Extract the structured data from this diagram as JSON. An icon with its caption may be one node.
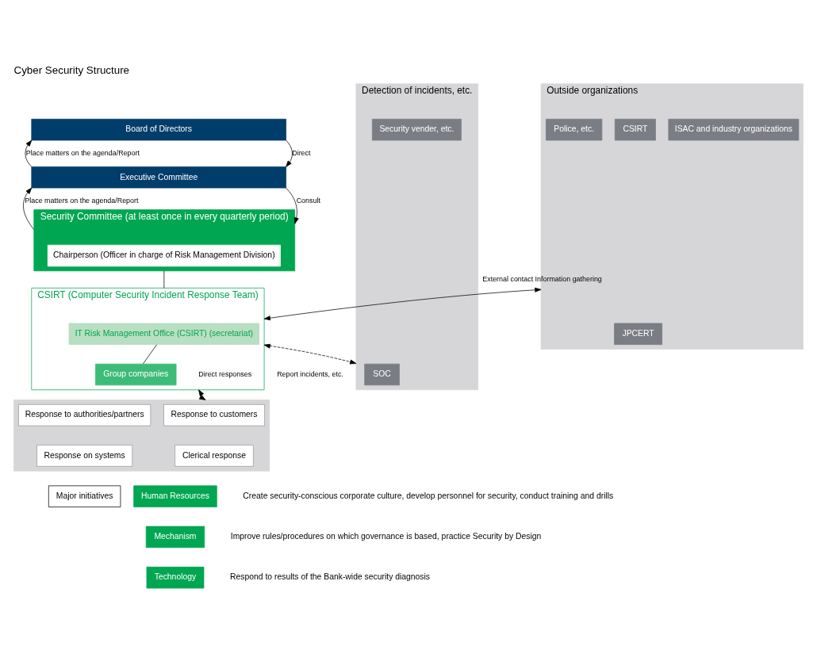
{
  "diagram": {
    "title": "Cyber Security Structure",
    "nodes": [
      {
        "text": [
          "Board of Directors"
        ]
      },
      {
        "text": [
          "Executive Committee"
        ]
      },
      {
        "text": [
          "Security Committee (at least once in every quarterly period)"
        ]
      },
      {
        "text": [
          "Chairperson (Officer in charge of Risk Management Division)"
        ],
        "in": 2
      },
      {
        "text": [
          "CSIRT (Computer Security Incident Response Team)"
        ]
      },
      {
        "text": [
          "IT Risk Management Office (CSIRT) (secretariat)"
        ],
        "in": 4
      },
      {
        "text": [
          "Group companies"
        ],
        "in": 4
      },
      {
        "text": [
          "Outside organizations"
        ]
      },
      {
        "text": [
          "JPCERT"
        ],
        "in": 7
      },
      {
        "text": [
          "ISAC and industry organizations"
        ],
        "in": 7
      },
      {
        "text": [
          "CSIRT"
        ],
        "in": 7
      },
      {
        "text": [
          "Police, etc."
        ],
        "in": 7
      },
      {
        "text": [
          "Detection of incidents, etc."
        ]
      },
      {
        "text": [
          "SOC"
        ],
        "in": 12
      },
      {
        "text": [
          "Security vender, etc."
        ],
        "in": 12
      },
      {
        "text": [],
        "shape": "box"
      },
      {
        "text": [
          "Response to customers"
        ],
        "in": 15
      },
      {
        "text": [
          "Response to authorities/partners"
        ],
        "in": 15
      },
      {
        "text": [
          "Clerical response"
        ],
        "in": 15
      },
      {
        "text": [
          "Response on systems"
        ],
        "in": 15
      },
      {
        "text": [
          "Major initiatives"
        ]
      },
      {
        "text": [
          "Human Resources"
        ],
        "beside": [
          "Create security-conscious corporate culture, develop personnel for security, conduct training and drills"
        ]
      },
      {
        "text": [
          "Mechanism"
        ],
        "beside": [
          "Improve rules/procedures on which governance is based, practice Security by Design"
        ]
      },
      {
        "text": [
          "Technology"
        ],
        "beside": [
          "Respond to results of the Bank-wide security diagnosis"
        ]
      }
    ],
    "edges": [
      {
        "from": 1,
        "to": 0,
        "arrow": "to",
        "label": "Place matters on the agenda/Report"
      },
      {
        "from": 0,
        "to": 1,
        "arrow": "to",
        "label": "Direct"
      },
      {
        "from": 2,
        "to": 1,
        "arrow": "to",
        "label": "Place matters on the agenda/Report"
      },
      {
        "from": 1,
        "to": 2,
        "arrow": "to",
        "label": "Consult"
      },
      {
        "from": 2,
        "to": 4,
        "arrow": "none"
      },
      {
        "from": 5,
        "to": 6,
        "arrow": "none"
      },
      {
        "from": 4,
        "to": 7,
        "arrow": "both",
        "label": "External contact Information gathering"
      },
      {
        "from": 4,
        "to": 12,
        "arrow": "both",
        "style": "dashed"
      },
      {
        "from": 4,
        "to": 15,
        "arrow": "both",
        "label": "Direct responses"
      }
    ],
    "labels": [
      "Report incidents, etc."
    ]
  }
}
